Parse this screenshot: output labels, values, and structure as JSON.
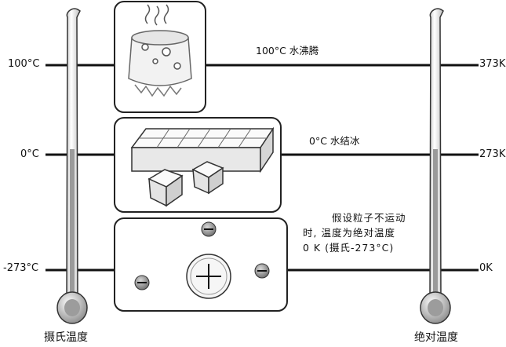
{
  "left_scale": {
    "title": "摄氏温度",
    "ticks": [
      "100°C",
      "0°C",
      "-273°C"
    ]
  },
  "right_scale": {
    "title": "绝对温度",
    "ticks": [
      "373K",
      "273K",
      "0K"
    ]
  },
  "captions": {
    "boiling": "100°C 水沸腾",
    "freezing": "0°C 水结冰",
    "zero_line1": "假设粒子不运动",
    "zero_line2": "时, 温度为绝对温度",
    "zero_line3": "0 K (摄氏-273°C)"
  },
  "icons": [
    "boiling-pot-icon",
    "ice-tray-icon",
    "ice-cube-icon",
    "still-particles-icon"
  ],
  "colors": {
    "line": "#111111",
    "mercury": "#9a9a9a",
    "panel_border": "#222222",
    "tube": "#ffffff"
  }
}
